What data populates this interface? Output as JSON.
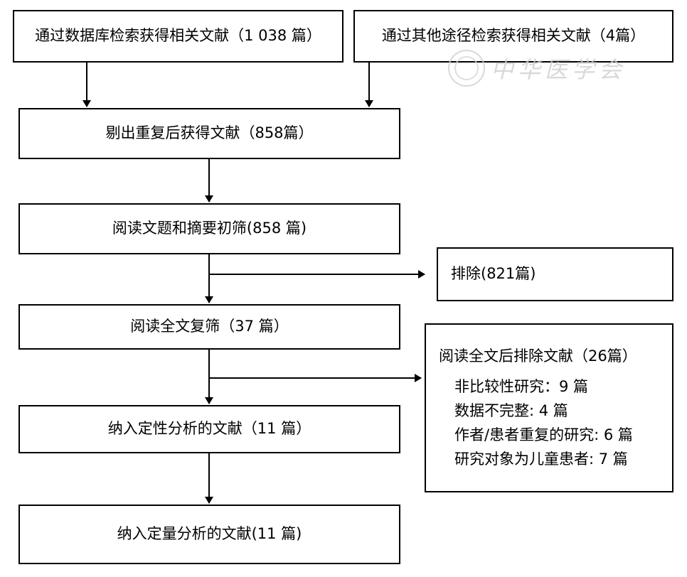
{
  "boxes": {
    "database_search": "通过数据库检索获得相关文献（1 038 篇）",
    "other_sources": "通过其他途径检索获得相关文献（4篇）",
    "after_dedup": "剔出重复后获得文献（858篇）",
    "title_abstract": "阅读文题和摘要初筛(858 篇)",
    "excluded": "排除(821篇)",
    "fulltext": "阅读全文复筛（37 篇）",
    "fulltext_excluded": {
      "title": "阅读全文后排除文献（26篇）",
      "items": [
        "非比较性研究：9 篇",
        "数据不完整: 4 篇",
        "作者/患者重复的研究: 6 篇",
        "研究对象为儿童患者: 7 篇"
      ]
    },
    "qualitative": "纳入定性分析的文献（11 篇）",
    "quantitative": "纳入定量分析的文献(11 篇)"
  },
  "watermark": "中华医学会"
}
